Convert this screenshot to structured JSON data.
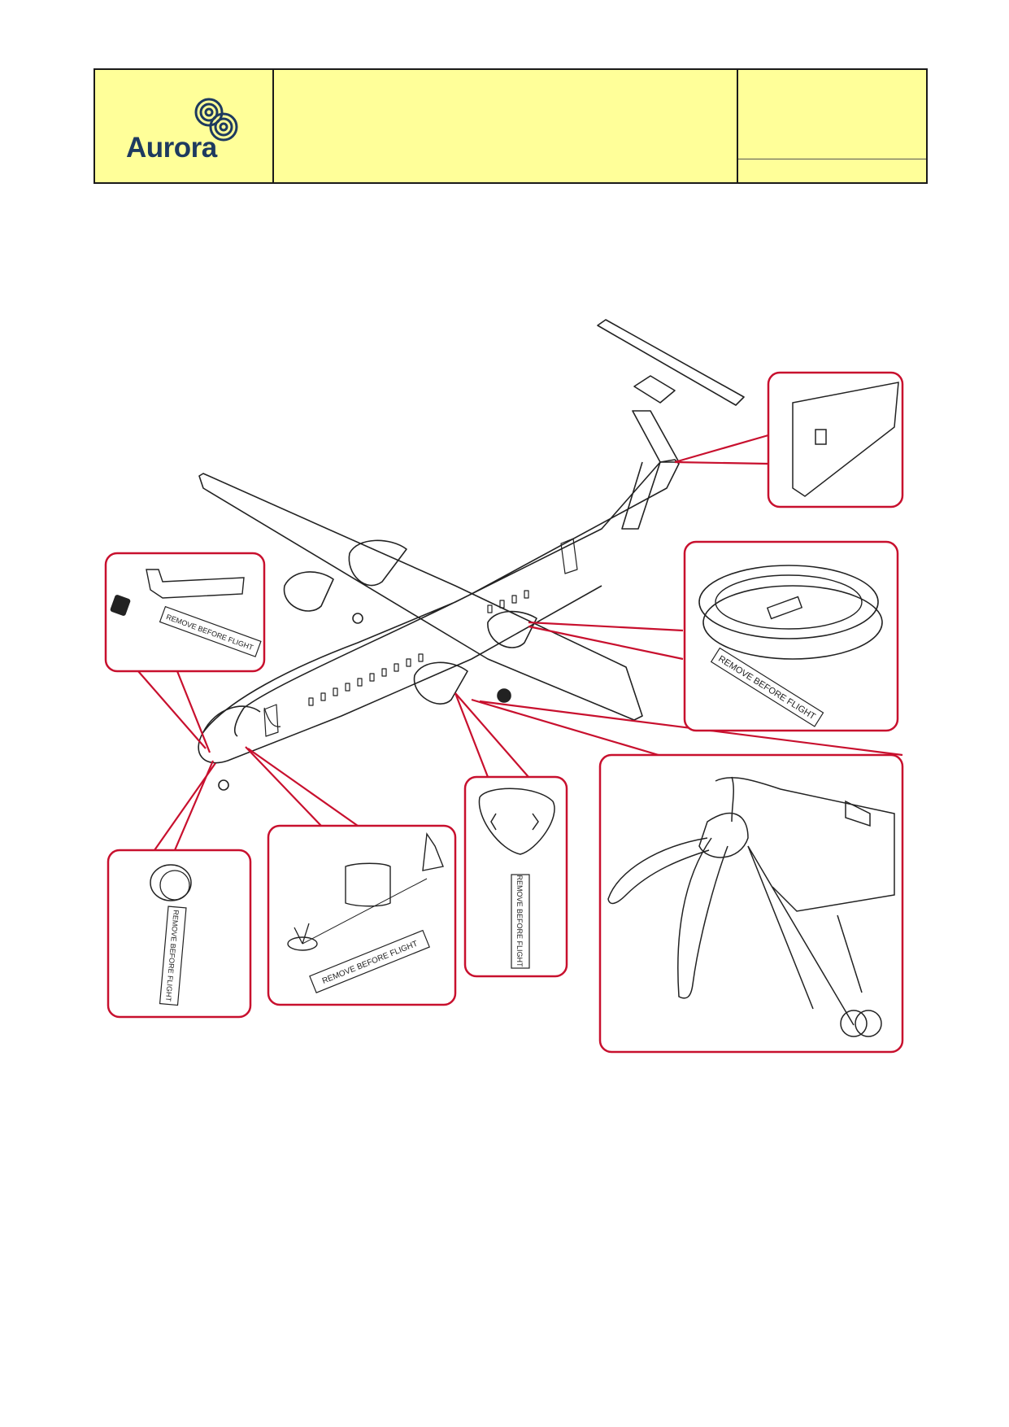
{
  "header": {
    "logo_text": "Aurora",
    "title": "",
    "ref_top": "",
    "ref_bottom": ""
  },
  "figure": {
    "tag_labels": [
      "REMOVE BEFORE FLIGHT",
      "REMOVE BEFORE FLIGHT",
      "REMOVE BEFORE FLIGHT",
      "REMOVE BEFORE FLIGHT",
      "REMOVE BEFORE FLIGHT"
    ]
  },
  "colors": {
    "header_bg": "#ffff99",
    "callout_red": "#c8102e",
    "logo_blue": "#1e3a5f"
  }
}
